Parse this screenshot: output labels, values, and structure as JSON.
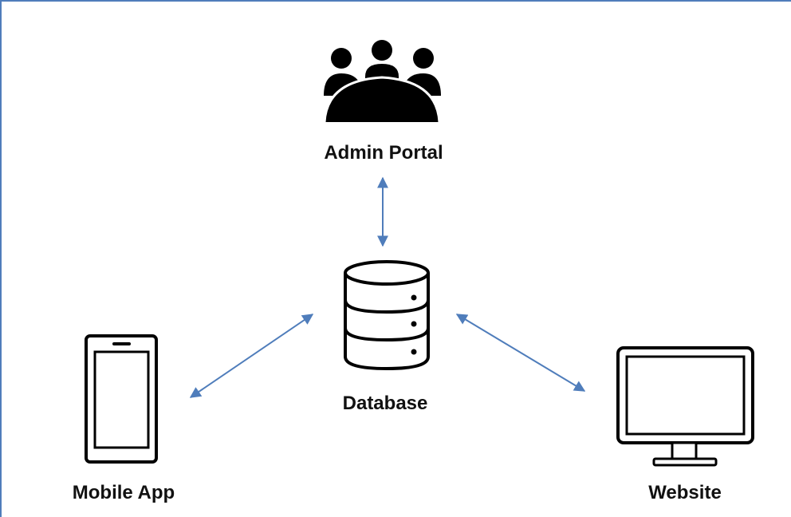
{
  "nodes": {
    "admin_portal": {
      "label": "Admin Portal",
      "icon": "users-group-icon"
    },
    "database": {
      "label": "Database",
      "icon": "database-icon"
    },
    "mobile_app": {
      "label": "Mobile App",
      "icon": "smartphone-icon"
    },
    "website": {
      "label": "Website",
      "icon": "monitor-icon"
    }
  },
  "connections": [
    {
      "from": "database",
      "to": "admin_portal",
      "style": "bidirectional-arrow"
    },
    {
      "from": "database",
      "to": "mobile_app",
      "style": "bidirectional-arrow"
    },
    {
      "from": "database",
      "to": "website",
      "style": "bidirectional-arrow"
    }
  ],
  "colors": {
    "frame_border": "#4f7dbb",
    "connector": "#4f7dbb",
    "icon": "#000000",
    "label_text": "#111111",
    "background": "#ffffff"
  }
}
